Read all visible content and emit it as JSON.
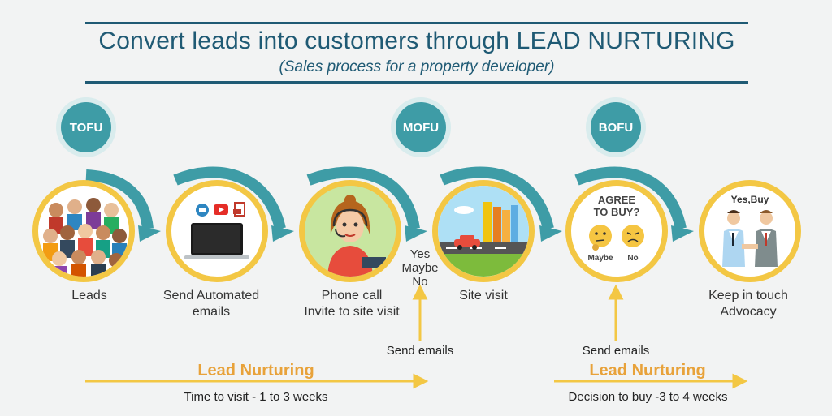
{
  "header": {
    "title": "Convert leads into customers through LEAD NURTURING",
    "subtitle": "(Sales process for a property developer)"
  },
  "badges": {
    "tofu": "TOFU",
    "mofu": "MOFU",
    "bofu": "BOFU"
  },
  "steps": {
    "leads": "Leads",
    "emails_line1": "Send Automated",
    "emails_line2": "emails",
    "phone_line1": "Phone call",
    "phone_line2": "Invite to site visit",
    "site": "Site visit",
    "keep_line1": "Keep in touch",
    "keep_line2": "Advocacy"
  },
  "responses": {
    "yes": "Yes",
    "maybe": "Maybe",
    "no": "No"
  },
  "decision": {
    "heading_line1": "AGREE",
    "heading_line2": "TO BUY?",
    "maybe": "Maybe",
    "no": "No"
  },
  "deal_label": "Yes,Buy",
  "send_emails_1": "Send emails",
  "send_emails_2": "Send emails",
  "nurture_1": {
    "title": "Lead Nurturing",
    "note": "Time to visit - 1 to 3 weeks"
  },
  "nurture_2": {
    "title": "Lead Nurturing",
    "note": "Decision to buy -3 to 4 weeks"
  },
  "colors": {
    "teal": "#3e9ca6",
    "navy": "#1f5a74",
    "gold": "#f3c744",
    "orange": "#e8a23a"
  },
  "icons": [
    "mail-icon",
    "youtube-icon",
    "pdf-icon",
    "laptop-icon",
    "headset-icon",
    "car-icon",
    "building-icon",
    "thinking-emoji-icon",
    "frown-emoji-icon",
    "handshake-icon"
  ]
}
